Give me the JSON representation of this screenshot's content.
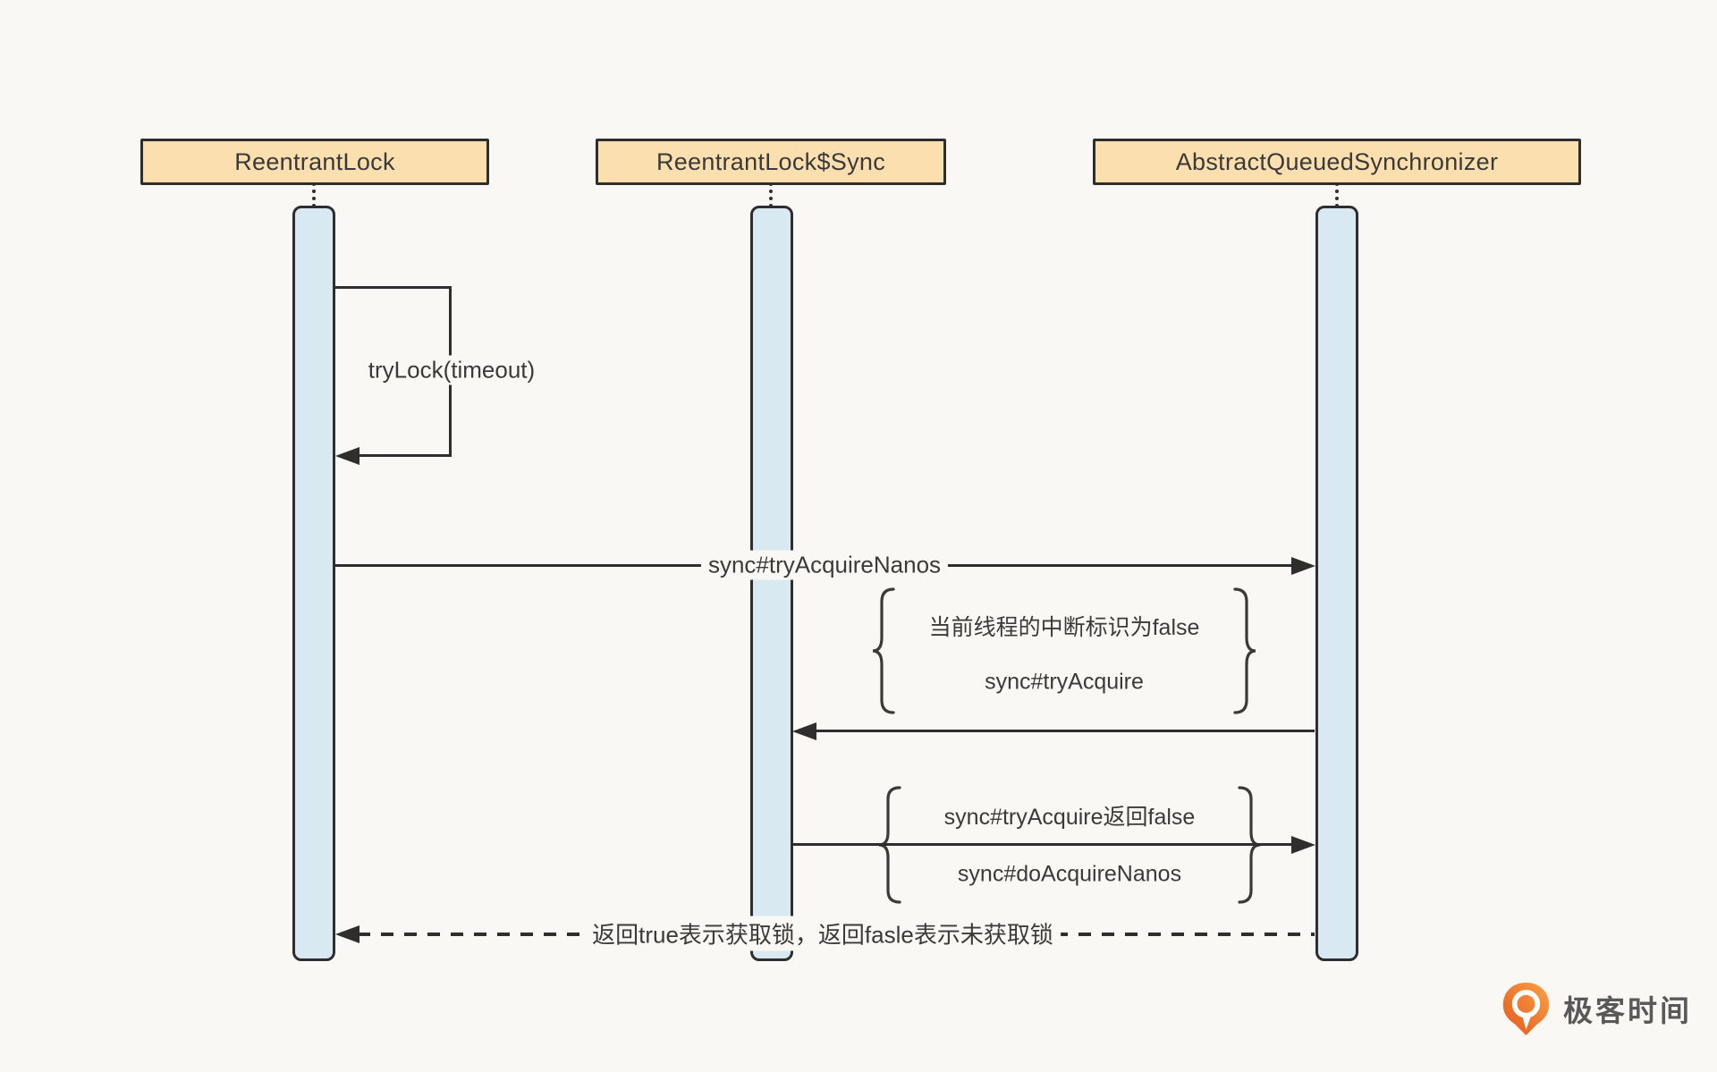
{
  "participants": [
    {
      "name": "ReentrantLock"
    },
    {
      "name": "ReentrantLock$Sync"
    },
    {
      "name": "AbstractQueuedSynchronizer"
    }
  ],
  "messages": {
    "self_call_label": "tryLock(timeout)",
    "call1_label": "sync#tryAcquireNanos",
    "return_label": "返回true表示获取锁，返回fasle表示未获取锁"
  },
  "annotations": [
    {
      "line1": "当前线程的中断标识为false",
      "line2": "sync#tryAcquire"
    },
    {
      "line1": "sync#tryAcquire返回false",
      "line2": "sync#doAcquireNanos"
    }
  ],
  "colors": {
    "background": "#faf8f5",
    "header_fill": "#fbdfaf",
    "lifeline_fill": "#d9e9f2",
    "stroke": "#2e2e2e",
    "logo_orange_dark": "#e4571e",
    "logo_orange_light": "#f9a245"
  },
  "brand": {
    "name": "极客时间"
  }
}
